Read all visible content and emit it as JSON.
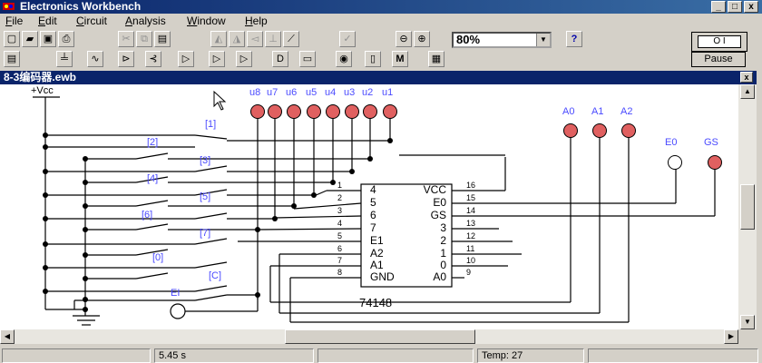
{
  "window": {
    "title": "Electronics Workbench",
    "min": "_",
    "max": "□",
    "close": "x"
  },
  "menu": [
    "File",
    "Edit",
    "Circuit",
    "Analysis",
    "Window",
    "Help"
  ],
  "menu_ul": [
    "F",
    "E",
    "C",
    "A",
    "W",
    "H"
  ],
  "zoom": {
    "value": "80%"
  },
  "help_btn": "?",
  "power_switch": "O  I",
  "pause": "Pause",
  "document": {
    "name": "8-3编码器.ewb",
    "close": "x"
  },
  "circuit": {
    "vcc_label": "+Vcc",
    "probes_top": [
      "u8",
      "u7",
      "u6",
      "u5",
      "u4",
      "u3",
      "u2",
      "u1"
    ],
    "probes_right": [
      "A0",
      "A1",
      "A2"
    ],
    "probe_e0": "E0",
    "probe_gs": "GS",
    "switch_labels": [
      "[1]",
      "[2]",
      "[3]",
      "[4]",
      "[5]",
      "[6]",
      "[7]",
      "[0]",
      "[C]"
    ],
    "ei_label": "EI",
    "chip": {
      "name": "74148",
      "left_pins": [
        "4",
        "5",
        "6",
        "7",
        "E1",
        "A2",
        "A1",
        "GND"
      ],
      "right_pins": [
        "VCC",
        "E0",
        "GS",
        "3",
        "2",
        "1",
        "0",
        "A0"
      ],
      "left_nums": [
        "1",
        "2",
        "3",
        "4",
        "5",
        "6",
        "7",
        "8"
      ],
      "right_nums": [
        "16",
        "15",
        "14",
        "13",
        "12",
        "11",
        "10",
        "9"
      ]
    },
    "colors": {
      "wire": "#000000",
      "probe_on": "#e06060",
      "probe_off": "#ffffff",
      "label": "#4a4aff"
    }
  },
  "status": {
    "time": "5.45 s",
    "temp": "Temp:  27"
  }
}
